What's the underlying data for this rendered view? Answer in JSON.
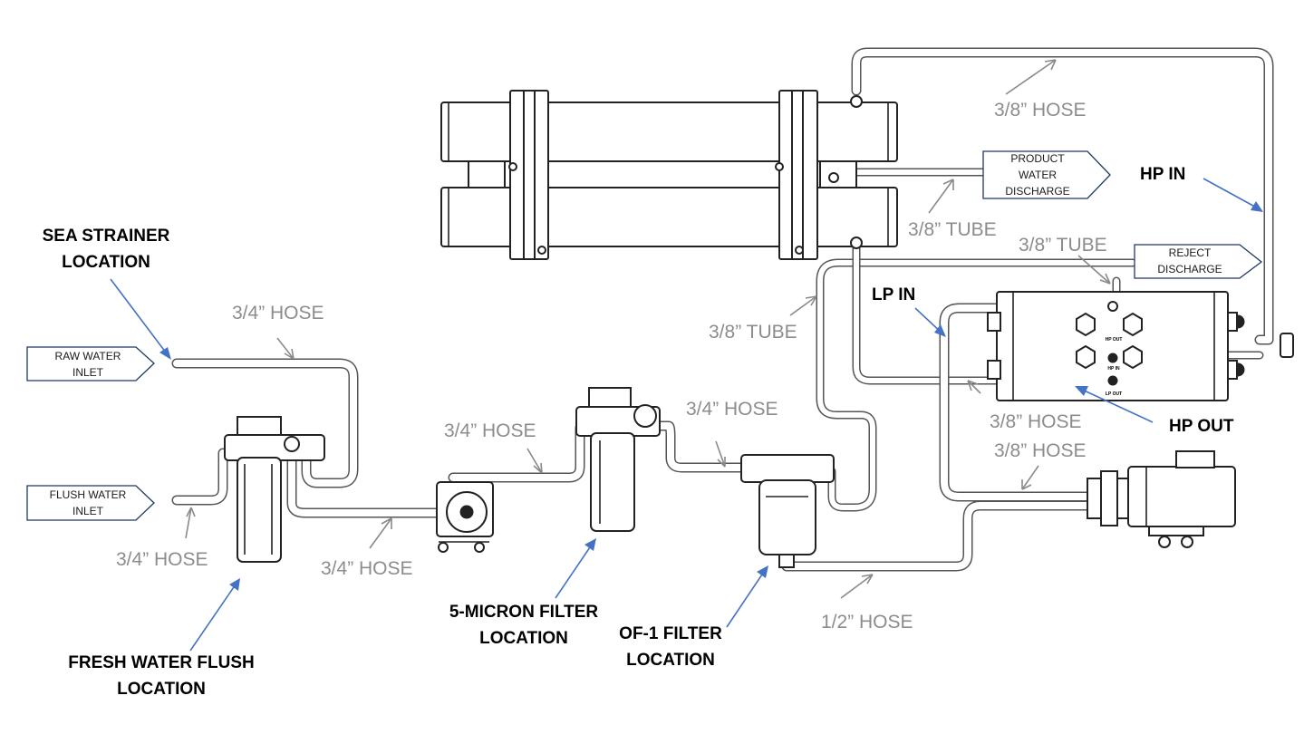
{
  "hose_labels": {
    "hose_3_8_top": "3/8” HOSE",
    "tube_3_8_product": "3/8” TUBE",
    "tube_3_8_reject": "3/8” TUBE",
    "tube_3_8_mid": "3/8” TUBE",
    "hose_3_4_raw": "3/4” HOSE",
    "hose_3_4_flush": "3/4” HOSE",
    "hose_3_4_flushout": "3/4” HOSE",
    "hose_3_4_pump": "3/4” HOSE",
    "hose_3_4_filter": "3/4” HOSE",
    "hose_3_8_lp": "3/8” HOSE",
    "hose_3_8_motor": "3/8” HOSE",
    "hose_1_2": "1/2” HOSE"
  },
  "callouts": {
    "hp_in": "HP IN",
    "lp_in": "LP IN",
    "hp_out": "HP OUT",
    "sea_strainer": [
      "SEA STRAINER",
      "LOCATION"
    ],
    "fresh_flush": [
      "FRESH WATER FLUSH",
      "LOCATION"
    ],
    "micron_filter": [
      "5-MICRON FILTER",
      "LOCATION"
    ],
    "of1_filter": [
      "OF-1 FILTER",
      "LOCATION"
    ]
  },
  "boxes": {
    "product": [
      "PRODUCT",
      "WATER",
      "DISCHARGE"
    ],
    "reject": [
      "REJECT",
      "DISCHARGE"
    ],
    "raw": [
      "RAW WATER",
      "INLET"
    ],
    "flush": [
      "FLUSH WATER",
      "INLET"
    ]
  },
  "pump_labels": {
    "hp_out": "HP OUT",
    "hp_in": "HP IN",
    "lp_out": "LP OUT"
  }
}
